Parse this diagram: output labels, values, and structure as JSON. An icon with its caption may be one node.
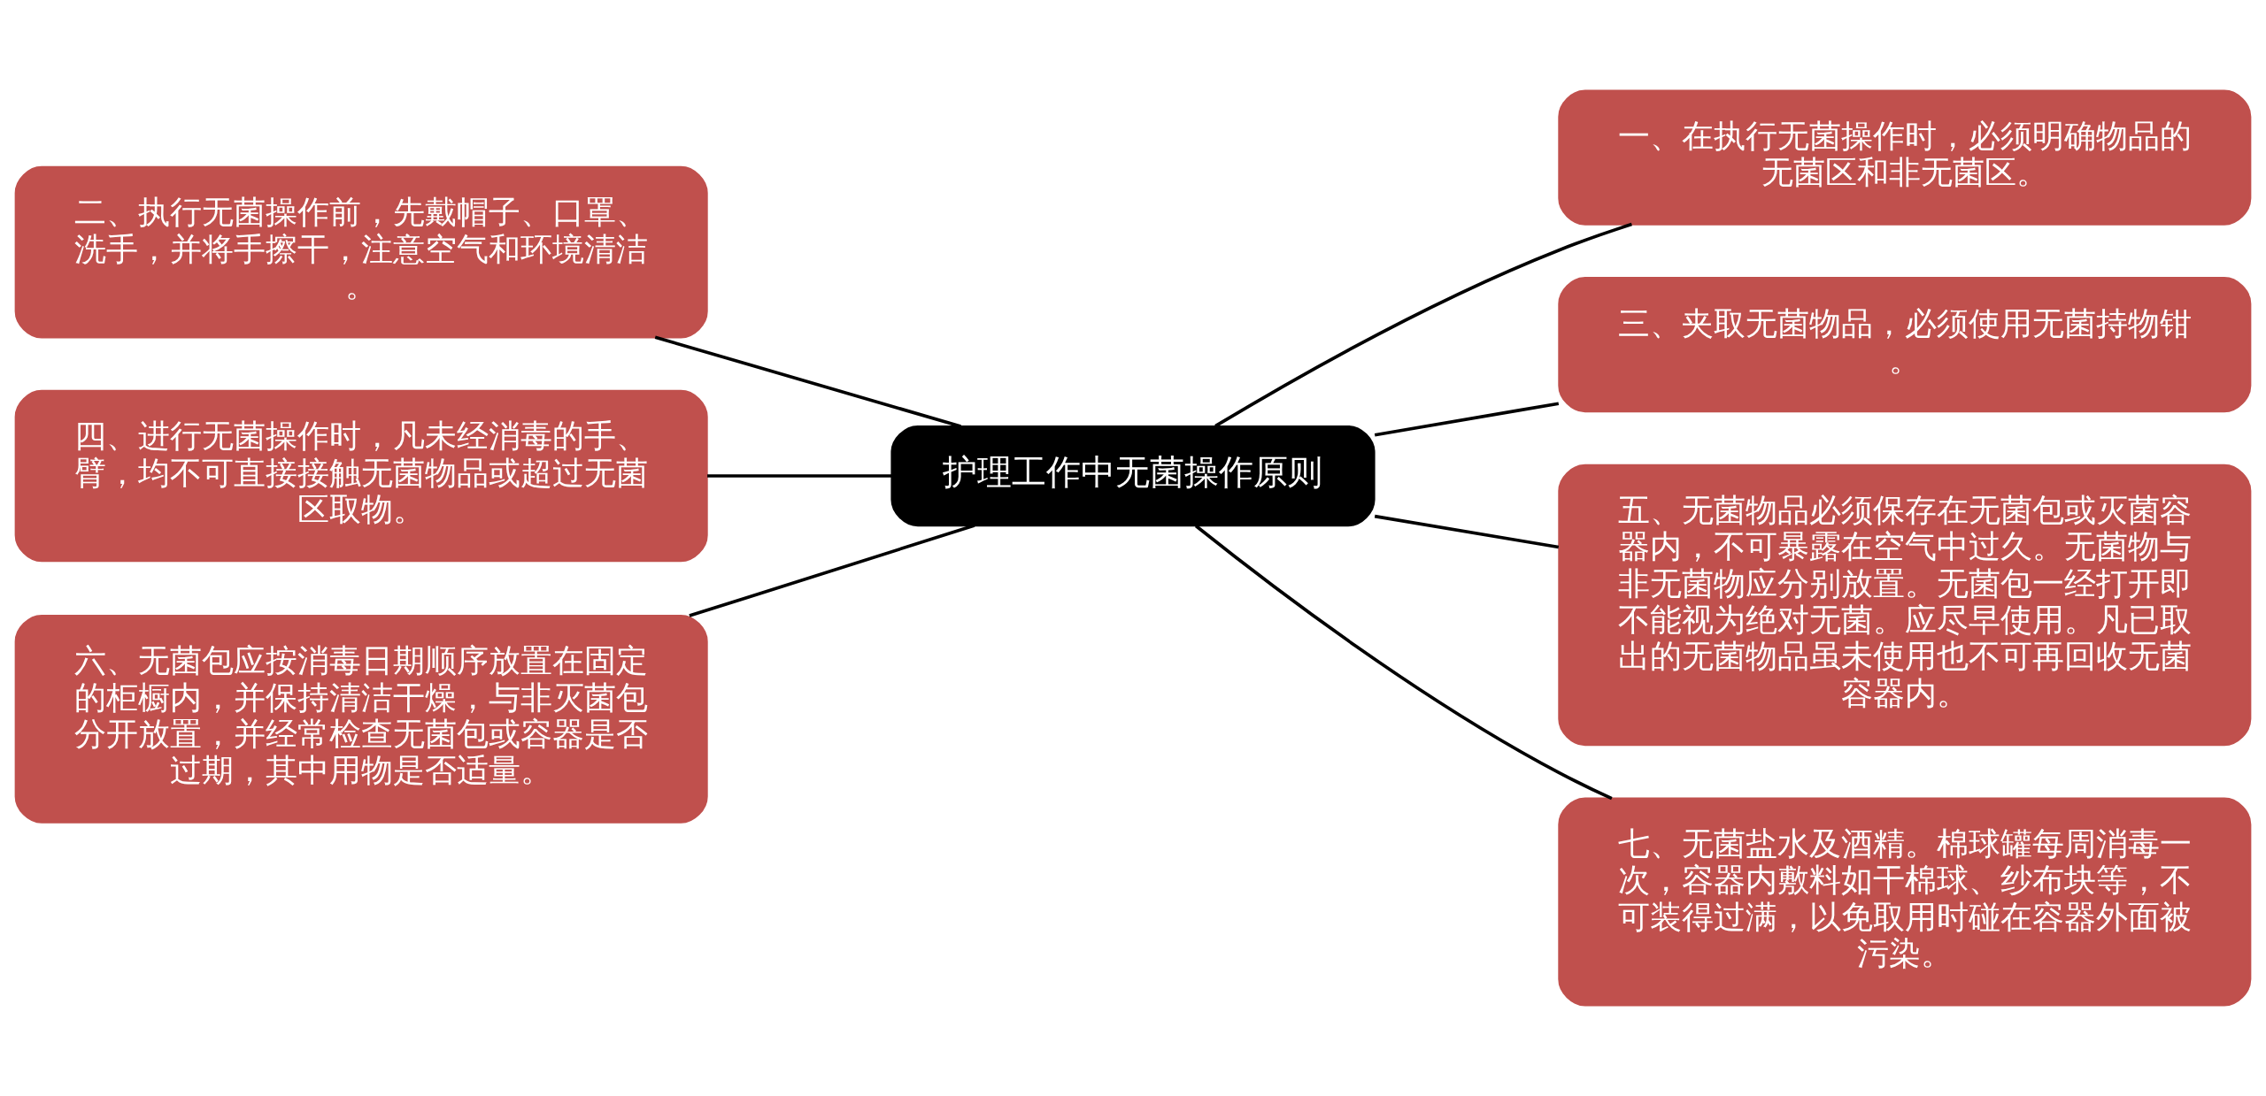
{
  "diagram": {
    "nodes": [
      {
        "text": [
          "护理工作中无菌操作原则"
        ]
      },
      {
        "text": [
          "一、在执行无菌操作时，必须明确物品的无菌区和非无菌区。"
        ]
      },
      {
        "text": [
          "二、执行无菌操作前，先戴帽子、口罩、洗手，并将手擦干，注意空气和环境清洁。"
        ]
      },
      {
        "text": [
          "三、夹取无菌物品，必须使用无菌持物钳。"
        ]
      },
      {
        "text": [
          "四、进行无菌操作时，凡未经消毒的手、臂，均不可直接接触无菌物品或超过无菌区取物。"
        ]
      },
      {
        "text": [
          "五、无菌物品必须保存在无菌包或灭菌容器内，不可暴露在空气中过久。无菌物与非无菌物应分别放置。无菌包一经打开即不能视为绝对无菌。应尽早使用。凡已取出的无菌物品虽未使用也不可再回收无菌容器内。"
        ]
      },
      {
        "text": [
          "六、无菌包应按消毒日期顺序放置在固定的柜橱内，并保持清洁干燥，与非灭菌包分开放置，并经常检查无菌包或容器是否过期，其中用物是否适量。"
        ]
      },
      {
        "text": [
          "七、无菌盐水及酒精。棉球罐每周消毒一次，容器内敷料如干棉球、纱布块等，不可装得过满，以免取用时碰在容器外面被污染。"
        ]
      }
    ],
    "edges": [
      {
        "from": 0,
        "to": 1,
        "arrow": "none"
      },
      {
        "from": 0,
        "to": 2,
        "arrow": "none"
      },
      {
        "from": 0,
        "to": 3,
        "arrow": "none"
      },
      {
        "from": 0,
        "to": 4,
        "arrow": "none"
      },
      {
        "from": 0,
        "to": 5,
        "arrow": "none"
      },
      {
        "from": 0,
        "to": 6,
        "arrow": "none"
      },
      {
        "from": 0,
        "to": 7,
        "arrow": "none"
      }
    ]
  }
}
